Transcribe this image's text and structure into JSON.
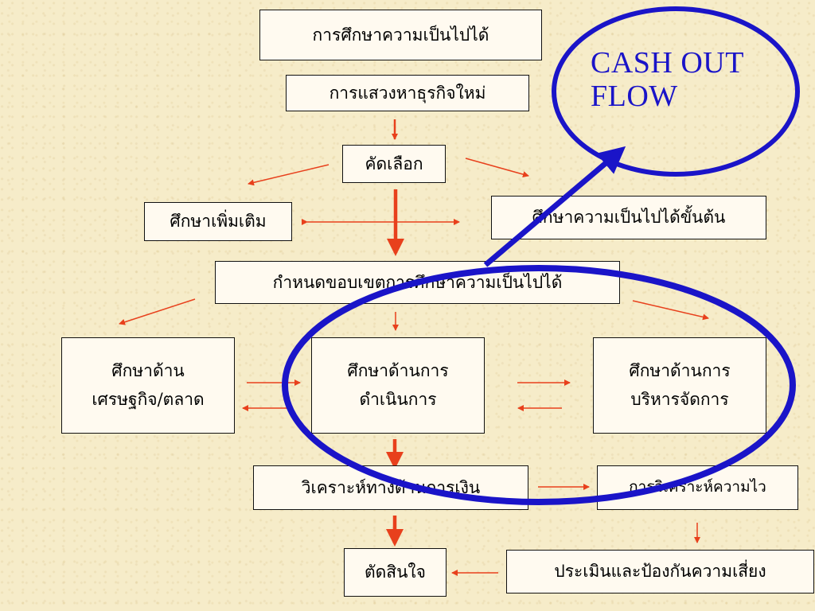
{
  "boxes": {
    "feasibility_study": "การศึกษาความเป็นไปได้",
    "new_business_search": "การแสวงหาธุรกิจใหม่",
    "selection": "คัดเลือก",
    "additional_study": "ศึกษาเพิ่มเติม",
    "preliminary_feasibility": "ศึกษาความเป็นไปได้ขั้นต้น",
    "scope_definition": "กำหนดขอบเขตการศึกษาความเป็นไปได้",
    "economic_market": [
      "ศึกษาด้าน",
      "เศรษฐกิจ/ตลาด"
    ],
    "operations": [
      "ศึกษาด้านการ",
      "ดำเนินการ"
    ],
    "management": [
      "ศึกษาด้านการ",
      "บริหารจัดการ"
    ],
    "financial_analysis": "วิเคราะห์ทางด้านการเงิน",
    "sensitivity_analysis": "การวิเคราะห์ความไว",
    "decision": "ตัดสินใจ",
    "risk_assessment": "ประเมินและป้องกันความเสี่ยง"
  },
  "callout": {
    "line1": "CASH OUT",
    "line2": "FLOW"
  },
  "colors": {
    "arrow": "#e8401c",
    "highlight": "#1a14c8",
    "border": "#111111"
  }
}
